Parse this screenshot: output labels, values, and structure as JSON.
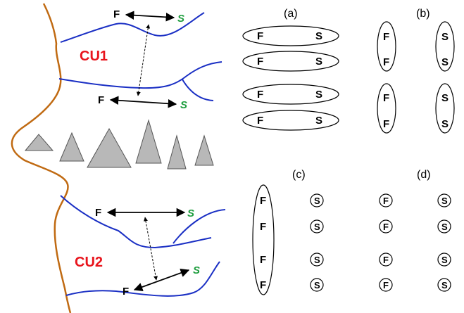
{
  "left_panel": {
    "cu1_label": "CU1",
    "cu2_label": "CU2",
    "f": "F",
    "s": "S",
    "colors": {
      "coast": "#c06a12",
      "channel": "#1a2fc4",
      "cu_text": "#e8141c",
      "s_text": "#1f9e3f",
      "triangle_fill": "#b8b8b8"
    }
  },
  "panels": {
    "a": "(a)",
    "b": "(b)",
    "c": "(c)",
    "d": "(d)"
  },
  "letters": {
    "f": "F",
    "s": "S"
  }
}
